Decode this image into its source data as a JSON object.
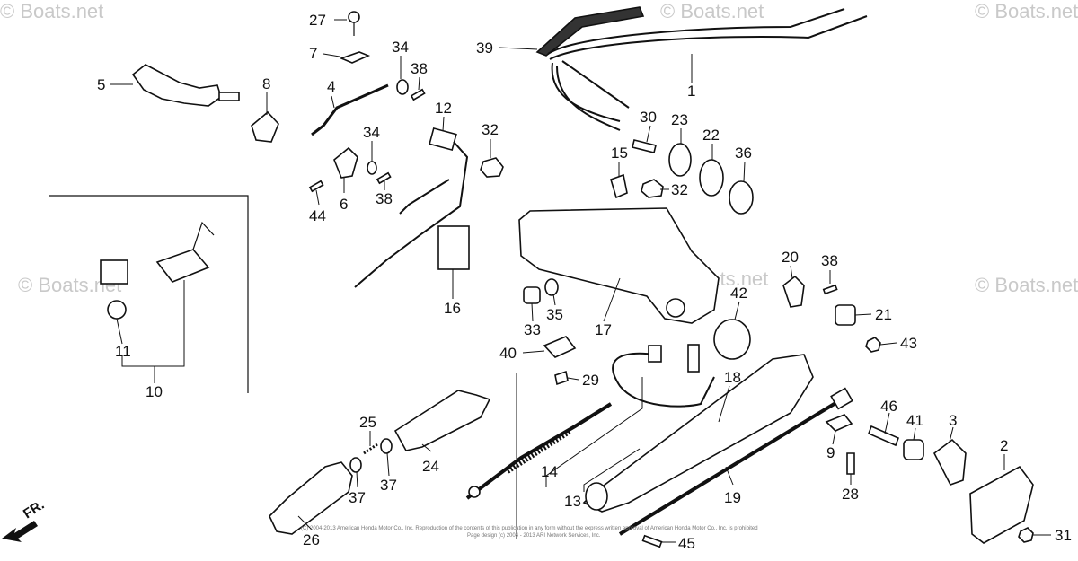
{
  "watermarks": [
    "© Boats.net",
    "© Boats.net",
    "© Boats.net",
    "© Boats.net",
    "© Boats.net",
    "© Boats.net"
  ],
  "callouts": [
    "27",
    "7",
    "34",
    "38",
    "4",
    "5",
    "8",
    "39",
    "1",
    "30",
    "23",
    "22",
    "36",
    "15",
    "32",
    "12",
    "32",
    "34",
    "38",
    "6",
    "44",
    "11",
    "10",
    "16",
    "17",
    "33",
    "35",
    "20",
    "38",
    "42",
    "21",
    "43",
    "40",
    "29",
    "18",
    "25",
    "37",
    "37",
    "24",
    "26",
    "14",
    "13",
    "9",
    "46",
    "41",
    "3",
    "2",
    "28",
    "19",
    "31",
    "45"
  ],
  "direction_label": "FR.",
  "copyright_line1": "(C) 2004-2013 American Honda Motor Co., Inc. Reproduction of the contents of this publication in any form without the express written approval of American Honda Motor Co., Inc. is prohibited",
  "copyright_line2": "Page design (c) 2004 - 2013 ARI Network Services, Inc."
}
